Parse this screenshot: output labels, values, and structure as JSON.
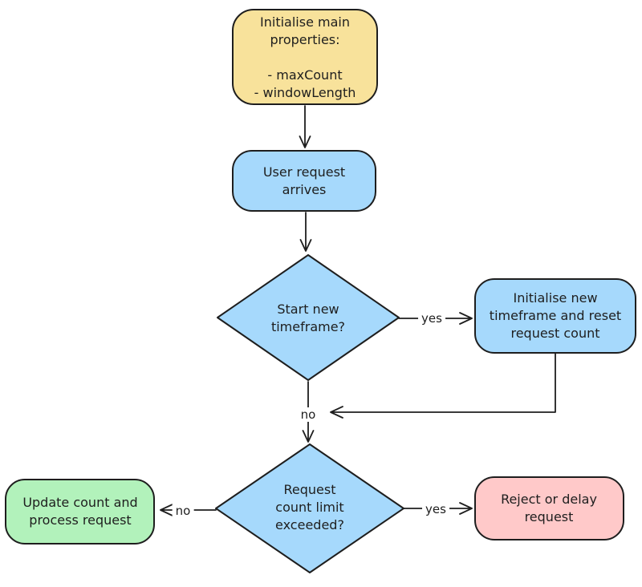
{
  "diagram": {
    "background": "#ffffff",
    "stroke_color": "#1e1e1e",
    "nodes": [
      {
        "id": "init-properties",
        "shape": "rounded-rect",
        "fill": "#f8e29b",
        "label": "Initialise main\nproperties:\n\n- maxCount\n- windowLength"
      },
      {
        "id": "user-request-arrives",
        "shape": "rounded-rect",
        "fill": "#a6d9fc",
        "label": "User request\narrives"
      },
      {
        "id": "start-new-timeframe",
        "shape": "diamond",
        "fill": "#a6d9fc",
        "label": "Start new\ntimeframe?"
      },
      {
        "id": "init-new-timeframe",
        "shape": "rounded-rect",
        "fill": "#a6d9fc",
        "label": "Initialise new\ntimeframe and reset\nrequest count"
      },
      {
        "id": "count-limit-exceeded",
        "shape": "diamond",
        "fill": "#a6d9fc",
        "label": "Request\ncount limit\nexceeded?"
      },
      {
        "id": "update-count",
        "shape": "rounded-rect",
        "fill": "#b2f2bb",
        "label": "Update count and\nprocess request"
      },
      {
        "id": "reject-delay",
        "shape": "rounded-rect",
        "fill": "#ffc9c9",
        "label": "Reject or delay\nrequest"
      }
    ],
    "edges": [
      {
        "from": "init-properties",
        "to": "user-request-arrives",
        "label": ""
      },
      {
        "from": "user-request-arrives",
        "to": "start-new-timeframe",
        "label": ""
      },
      {
        "from": "start-new-timeframe",
        "to": "init-new-timeframe",
        "label": "yes"
      },
      {
        "from": "init-new-timeframe",
        "to": "count-limit-exceeded",
        "label": ""
      },
      {
        "from": "start-new-timeframe",
        "to": "count-limit-exceeded",
        "label": "no"
      },
      {
        "from": "count-limit-exceeded",
        "to": "update-count",
        "label": "no"
      },
      {
        "from": "count-limit-exceeded",
        "to": "reject-delay",
        "label": "yes"
      }
    ]
  }
}
